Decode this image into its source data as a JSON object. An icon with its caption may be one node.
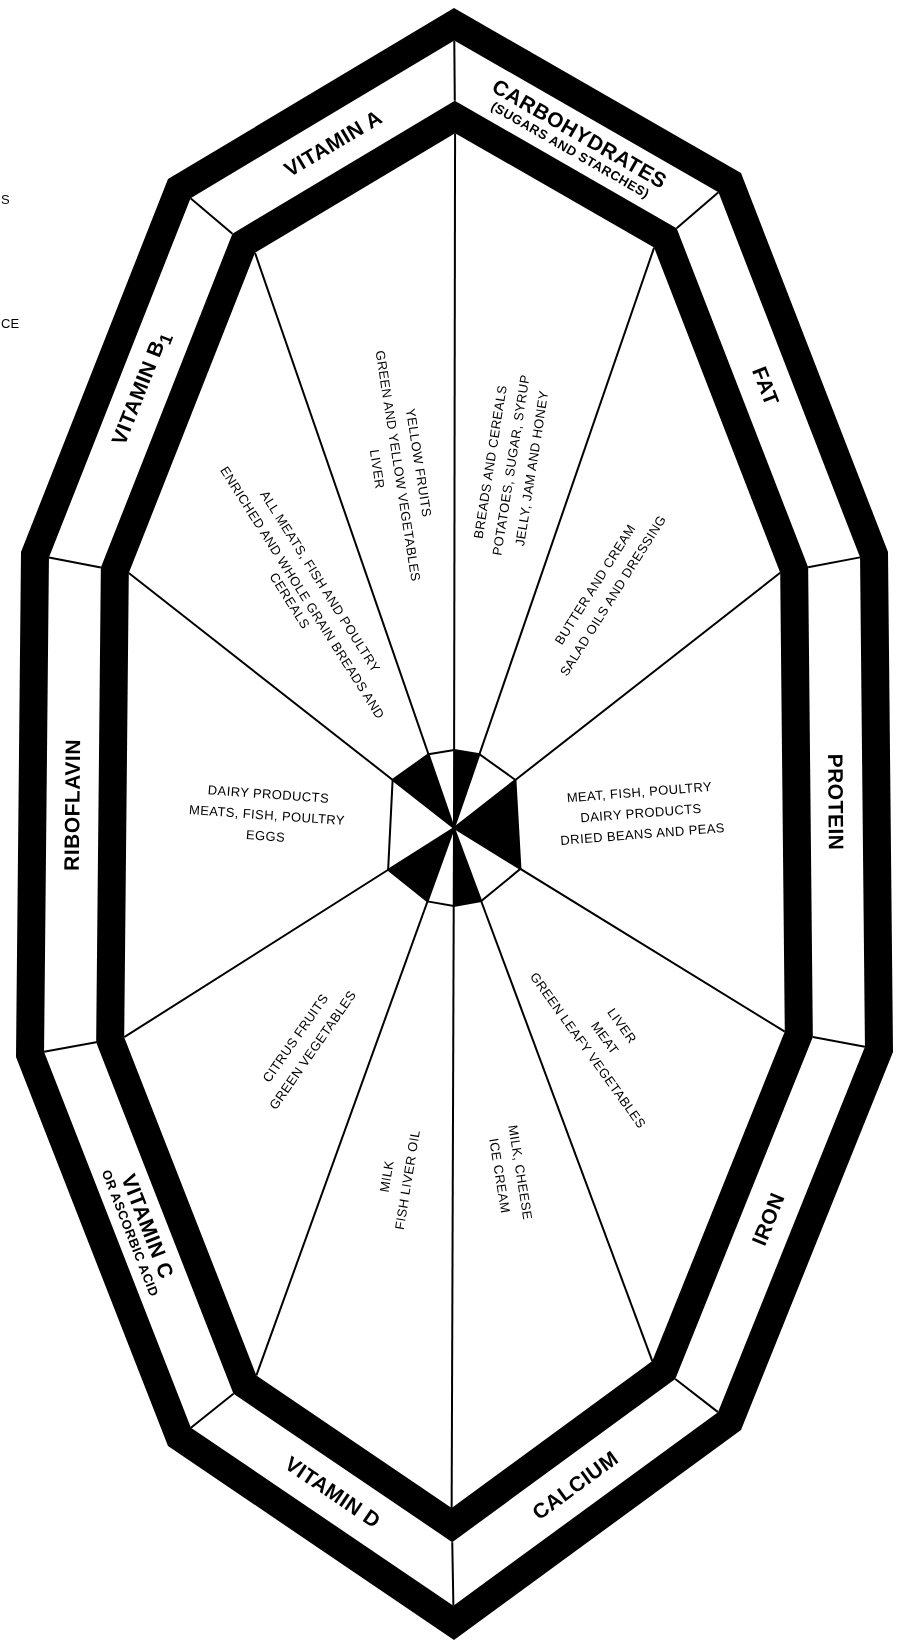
{
  "diagram": {
    "nodes": [
      {
        "text": [
          "VITAMIN A"
        ]
      },
      {
        "text": [
          "CARBOHYDRATES",
          "(SUGARS AND STARCHES)"
        ]
      },
      {
        "text": [
          "FAT"
        ]
      },
      {
        "text": [
          "PROTEIN"
        ]
      },
      {
        "text": [
          "IRON"
        ]
      },
      {
        "text": [
          "CALCIUM"
        ]
      },
      {
        "text": [
          "VITAMIN D"
        ]
      },
      {
        "text": [
          "VITAMIN C",
          "OR ASCORBIC ACID"
        ]
      },
      {
        "text": [
          "RIBOFLAVIN"
        ]
      },
      {
        "text": [
          "VITAMIN B$_{1}$"
        ]
      },
      {
        "text": [
          "YELLOW FRUITS",
          "GREEN AND YELLOW VEGETABLES",
          "LIVER"
        ]
      },
      {
        "text": [
          "BREADS AND CEREALS",
          "POTATOES, SUGAR, SYRUP",
          "JELLY, JAM AND HONEY"
        ]
      },
      {
        "text": [
          "BUTTER AND CREAM",
          "SALAD OILS AND DRESSING"
        ]
      },
      {
        "text": [
          "MEAT, FISH, POULTRY",
          "DAIRY PRODUCTS",
          "DRIED BEANS AND PEAS"
        ]
      },
      {
        "text": [
          "LIVER",
          "MEAT",
          "GREEN LEAFY VEGETABLES"
        ]
      },
      {
        "text": [
          "MILK, CHEESE",
          "ICE CREAM"
        ]
      },
      {
        "text": [
          "MILK",
          "FISH LIVER OIL"
        ]
      },
      {
        "text": [
          "CITRUS FRUITS",
          "GREEN VEGETABLES"
        ]
      },
      {
        "text": [
          "DAIRY PRODUCTS",
          "MEATS, FISH, POULTRY",
          "EGGS"
        ]
      },
      {
        "text": [
          "ALL MEATS, FISH AND POULTRY",
          "ENRICHED AND WHOLE GRAIN BREADS AND CEREALS"
        ]
      }
    ],
    "labels": [
      "S",
      "CE"
    ]
  }
}
